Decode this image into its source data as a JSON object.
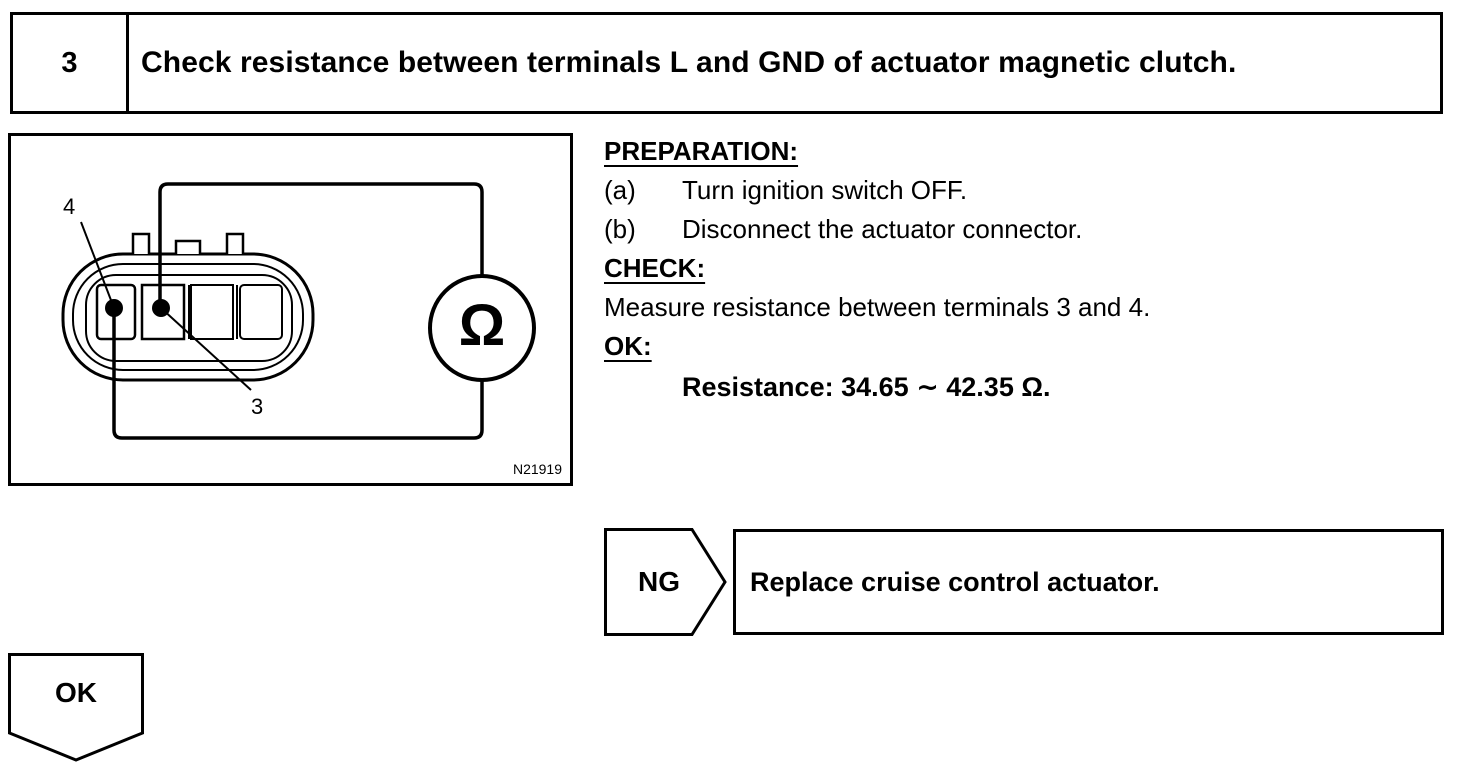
{
  "step": {
    "number": "3",
    "title": "Check resistance between terminals L and GND of actuator magnetic clutch."
  },
  "diagram": {
    "terminal_labels": [
      "4",
      "3"
    ],
    "meter_symbol": "Ω",
    "code": "N21919"
  },
  "preparation": {
    "heading": "PREPARATION:",
    "steps": [
      {
        "letter": "(a)",
        "text": "Turn ignition switch OFF."
      },
      {
        "letter": "(b)",
        "text": "Disconnect the actuator connector."
      }
    ]
  },
  "check": {
    "heading": "CHECK:",
    "text": "Measure resistance between terminals 3 and 4."
  },
  "ok_section": {
    "heading": "OK:",
    "spec": "Resistance: 34.65 ∼ 42.35 Ω."
  },
  "ng": {
    "label": "NG",
    "action": "Replace cruise control actuator."
  },
  "ok_flow": {
    "label": "OK"
  }
}
